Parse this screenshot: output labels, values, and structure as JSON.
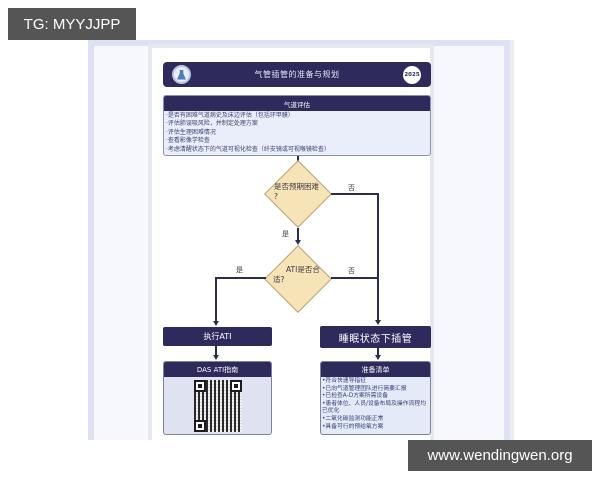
{
  "watermarks": {
    "top_left": "TG: MYYJJPP",
    "bottom_right": "www.wendingwen.org"
  },
  "header": {
    "title": "气管插管的准备与规划",
    "logo_icon": "society-logo-icon",
    "year_badge": "2025"
  },
  "assessment": {
    "title": "气道评估",
    "items": [
      "·是否有困难气道病史及床边评估（包括环甲膜）",
      "·评估肺误吸风险，并制定处理方案",
      "·评估生理困难情况",
      "·查看影像学检查",
      "·考虑清醒状态下的气道可视化检查（纤支镜或可视喉镜检查）"
    ]
  },
  "decisions": [
    {
      "question_line1": "是否预期困难",
      "question_line2": "?",
      "yes_label": "是",
      "no_label": "否"
    },
    {
      "question_line1": "ATI是否合",
      "question_line2": "适?",
      "yes_label": "是",
      "no_label": "否"
    }
  ],
  "actions": {
    "left": "执行ATI",
    "right": "睡眠状态下插管"
  },
  "das_box": {
    "title": "DAS ATI指南",
    "qr_icon": "qr-code-icon"
  },
  "checklist": {
    "title": "准备清单",
    "items": [
      "•符合快速导指征",
      "•已向气道管理团队进行简要汇报",
      "•已检查A-D方案所需设备",
      "•患者体位、人员/设备布局及操作流程均已优化",
      "•二氧化碳监测功能正常",
      "•具备可行的预给氧方案"
    ]
  },
  "colors": {
    "navy": "#2e2a5c",
    "diamond_fill": "#f6e3b6",
    "line": "#2b2d4a",
    "box_fill": "#eaeefa"
  }
}
